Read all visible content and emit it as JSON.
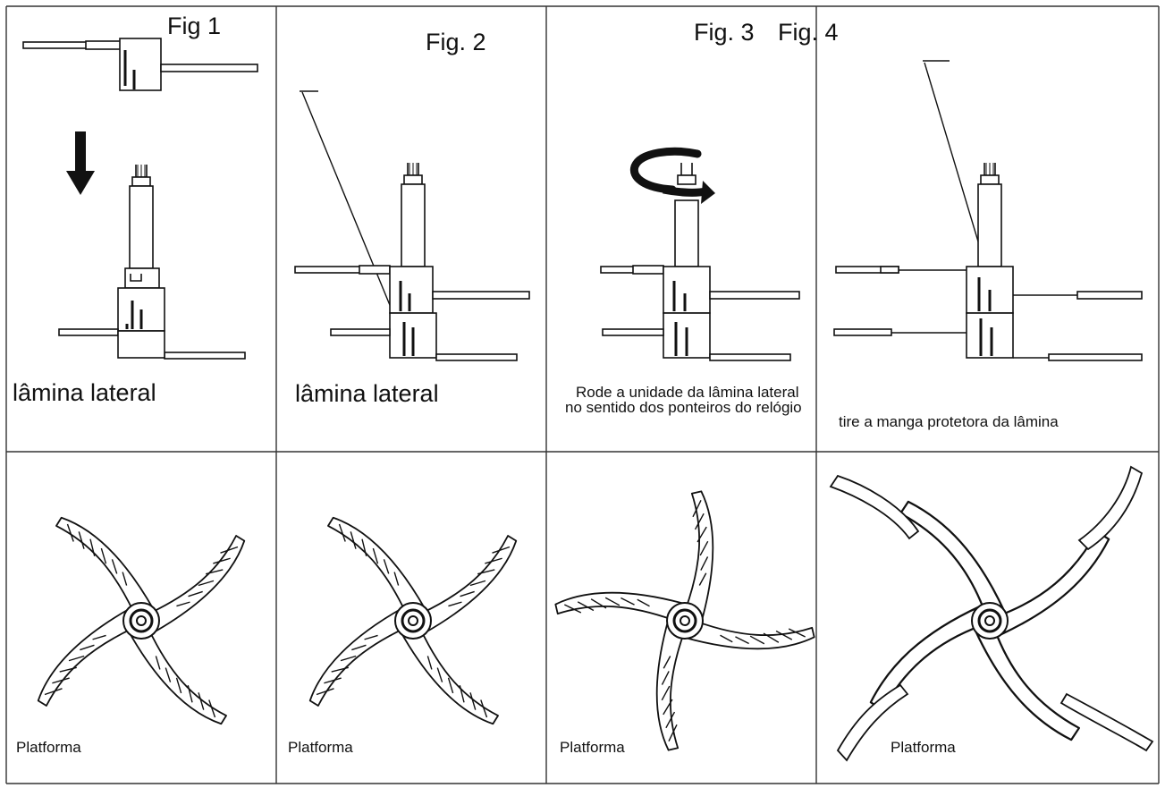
{
  "figures": {
    "fig1": "Fig 1",
    "fig2": "Fig. 2",
    "fig3": "Fig. 3",
    "fig4": "Fig. 4"
  },
  "captions": {
    "panel1": "lâmina lateral",
    "panel2": "lâmina lateral",
    "panel3": "Rode a unidade da lâmina lateral no sentido dos ponteiros do relógio",
    "panel4": "tire a manga protetora da lâmina"
  },
  "platform_labels": [
    "Platforma",
    "Platforma",
    "Platforma",
    "Platforma"
  ],
  "colors": {
    "ink": "#111111",
    "paper": "#ffffff",
    "grid": "#333333"
  }
}
